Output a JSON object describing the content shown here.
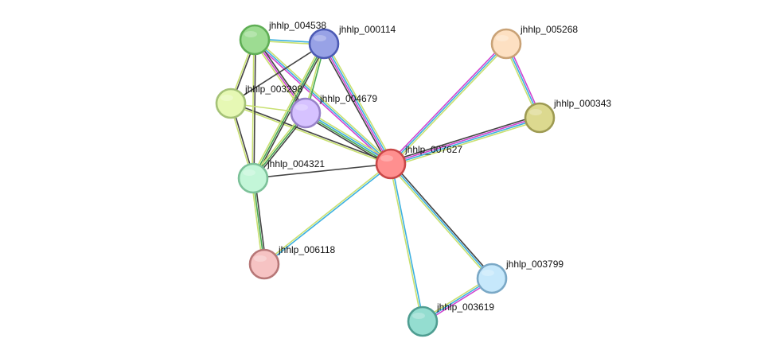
{
  "network": {
    "nodes": [
      {
        "id": "n1",
        "label": "jhhlp_004538",
        "fill": "#9ddc92",
        "stroke": "#5fae55",
        "icon": "protein-node-icon"
      },
      {
        "id": "n2",
        "label": "jhhlp_000114",
        "fill": "#98a2e6",
        "stroke": "#4c5ab4",
        "icon": "protein-node-icon"
      },
      {
        "id": "n3",
        "label": "jhhlp_005268",
        "fill": "#fde0c2",
        "stroke": "#c9a276",
        "icon": "protein-node-icon"
      },
      {
        "id": "n4",
        "label": "jhhlp_003298",
        "fill": "#e6f8b4",
        "stroke": "#a5c277",
        "icon": "protein-node-icon"
      },
      {
        "id": "n5",
        "label": "jhhlp_004679",
        "fill": "#d6c2ff",
        "stroke": "#9883c9",
        "icon": "protein-node-icon"
      },
      {
        "id": "n6",
        "label": "jhhlp_000343",
        "fill": "#dcd98f",
        "stroke": "#9d9a52",
        "icon": "protein-node-icon"
      },
      {
        "id": "n7",
        "label": "jhhlp_007627",
        "fill": "#ff8f8f",
        "stroke": "#c94747",
        "icon": "protein-node-icon"
      },
      {
        "id": "n8",
        "label": "jhhlp_004321",
        "fill": "#c3f6d8",
        "stroke": "#7cc199",
        "icon": "protein-node-icon"
      },
      {
        "id": "n9",
        "label": "jhhlp_006118",
        "fill": "#f6c3c3",
        "stroke": "#b77777",
        "icon": "protein-node-icon"
      },
      {
        "id": "n10",
        "label": "jhhlp_003799",
        "fill": "#c6e8fb",
        "stroke": "#7aa8c6",
        "icon": "protein-node-icon"
      },
      {
        "id": "n11",
        "label": "jhhlp_003619",
        "fill": "#94ddd0",
        "stroke": "#4e9d91",
        "icon": "protein-node-icon"
      }
    ],
    "edges": [
      {
        "from": "n7",
        "to": "n3",
        "colors": [
          "#d044d0",
          "#3cb0e0",
          "#c8e070"
        ]
      },
      {
        "from": "n3",
        "to": "n6",
        "colors": [
          "#d044d0",
          "#3cb0e0",
          "#c8e070"
        ]
      },
      {
        "from": "n7",
        "to": "n6",
        "colors": [
          "#444444",
          "#d044d0",
          "#3cb0e0",
          "#c8e070"
        ]
      },
      {
        "from": "n7",
        "to": "n2",
        "colors": [
          "#444444",
          "#d044d0",
          "#3cb0e0",
          "#c8e070"
        ]
      },
      {
        "from": "n7",
        "to": "n1",
        "colors": [
          "#d044d0",
          "#3cb0e0",
          "#c8e070"
        ]
      },
      {
        "from": "n7",
        "to": "n5",
        "colors": [
          "#444444",
          "#49a851",
          "#3cb0e0",
          "#c8e070"
        ]
      },
      {
        "from": "n7",
        "to": "n4",
        "colors": [
          "#c8e070",
          "#444444"
        ]
      },
      {
        "from": "n7",
        "to": "n8",
        "colors": [
          "#444444"
        ]
      },
      {
        "from": "n7",
        "to": "n9",
        "colors": [
          "#3cb0e0",
          "#c8e070"
        ]
      },
      {
        "from": "n7",
        "to": "n10",
        "colors": [
          "#444444",
          "#3cb0e0",
          "#c8e070"
        ]
      },
      {
        "from": "n7",
        "to": "n11",
        "colors": [
          "#3cb0e0",
          "#c8e070"
        ]
      },
      {
        "from": "n10",
        "to": "n11",
        "colors": [
          "#d044d0",
          "#3cb0e0",
          "#c8e070"
        ]
      },
      {
        "from": "n1",
        "to": "n2",
        "colors": [
          "#3cb0e0",
          "#c8e070"
        ]
      },
      {
        "from": "n1",
        "to": "n4",
        "colors": [
          "#444444",
          "#c8e070"
        ]
      },
      {
        "from": "n1",
        "to": "n5",
        "colors": [
          "#444444",
          "#d044d0",
          "#c8e070"
        ]
      },
      {
        "from": "n1",
        "to": "n8",
        "colors": [
          "#444444",
          "#c8e070"
        ]
      },
      {
        "from": "n2",
        "to": "n4",
        "colors": [
          "#444444"
        ]
      },
      {
        "from": "n2",
        "to": "n5",
        "colors": [
          "#49a851",
          "#c8e070"
        ]
      },
      {
        "from": "n2",
        "to": "n8",
        "colors": [
          "#444444",
          "#49a851",
          "#c8e070"
        ]
      },
      {
        "from": "n4",
        "to": "n8",
        "colors": [
          "#444444",
          "#c8e070"
        ]
      },
      {
        "from": "n4",
        "to": "n5",
        "colors": [
          "#c8e070"
        ]
      },
      {
        "from": "n5",
        "to": "n8",
        "colors": [
          "#444444",
          "#49a851",
          "#c8e070"
        ]
      },
      {
        "from": "n8",
        "to": "n9",
        "colors": [
          "#444444",
          "#49a851",
          "#c8e070"
        ]
      }
    ]
  }
}
